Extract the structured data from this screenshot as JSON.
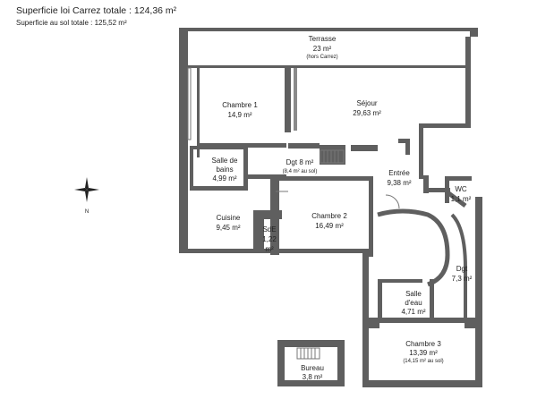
{
  "header": {
    "total": "Superficie loi Carrez totale :  124,36 m²",
    "sol": "Superficie au sol totale :  125,52 m²"
  },
  "compass": {
    "north_label": "N"
  },
  "watermark": "...",
  "rooms": {
    "terrasse": {
      "name": "Terrasse",
      "area": "23 m²",
      "note": "(hors Carrez)"
    },
    "chambre1": {
      "name": "Chambre 1",
      "area": "14,9 m²"
    },
    "sejour": {
      "name": "Séjour",
      "area": "29,63 m²"
    },
    "salle_bains": {
      "name1": "Salle de",
      "name2": "bains",
      "area": "4,99 m²"
    },
    "dgt8": {
      "name": "Dgt 8 m²",
      "note": "(8,4 m² au sol)"
    },
    "entree": {
      "name": "Entrée",
      "area": "9,38 m²"
    },
    "wc": {
      "name": "WC",
      "area": "1,1 m²"
    },
    "cuisine": {
      "name": "Cuisine",
      "area": "9,45 m²"
    },
    "sde": {
      "name": "SdE",
      "area1": "1,22",
      "area2": "m²"
    },
    "chambre2": {
      "name": "Chambre 2",
      "area": "16,49 m²"
    },
    "dgt": {
      "name": "Dgt",
      "area": "7,3 m²"
    },
    "salle_eau": {
      "name1": "Salle",
      "name2": "d'eau",
      "area": "4,71 m²"
    },
    "chambre3": {
      "name": "Chambre 3",
      "area": "13,39 m²",
      "note": "(14,15 m² au sol)"
    },
    "bureau": {
      "name": "Bureau",
      "area": "3,8 m²"
    }
  }
}
